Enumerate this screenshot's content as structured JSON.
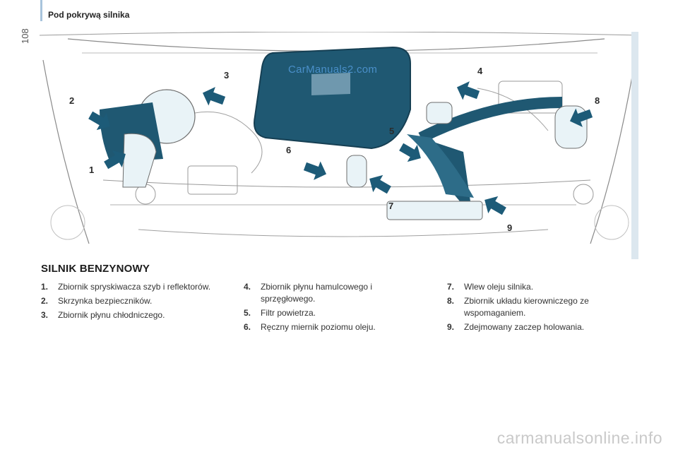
{
  "page": {
    "number": "108",
    "section_title": "Pod pokrywą silnika",
    "watermark": "CarManuals2.com",
    "footer_watermark": "carmanualsonline.info"
  },
  "illustration": {
    "callouts": [
      "1",
      "2",
      "3",
      "4",
      "5",
      "6",
      "7",
      "8",
      "9"
    ],
    "colors": {
      "engine_fill": "#1f5872",
      "arrow_fill": "#1d5b78",
      "reservoir_fill": "#e9f3f7",
      "line": "#6d6d6d",
      "background_tint": "#eef3f7"
    }
  },
  "content": {
    "heading": "SILNIK BENZYNOWY",
    "column_1": [
      {
        "num": "1.",
        "text": "Zbiornik spryskiwacza szyb i reflektorów."
      },
      {
        "num": "2.",
        "text": "Skrzynka bezpieczników."
      },
      {
        "num": "3.",
        "text": "Zbiornik płynu chłodniczego."
      }
    ],
    "column_2": [
      {
        "num": "4.",
        "text": "Zbiornik płynu hamulcowego i sprzęgłowego."
      },
      {
        "num": "5.",
        "text": "Filtr powietrza."
      },
      {
        "num": "6.",
        "text": "Ręczny miernik poziomu oleju."
      }
    ],
    "column_3": [
      {
        "num": "7.",
        "text": "Wlew oleju silnika."
      },
      {
        "num": "8.",
        "text": "Zbiornik układu kierowniczego ze wspomaganiem."
      },
      {
        "num": "9.",
        "text": "Zdejmowany zaczep holowania."
      }
    ]
  }
}
